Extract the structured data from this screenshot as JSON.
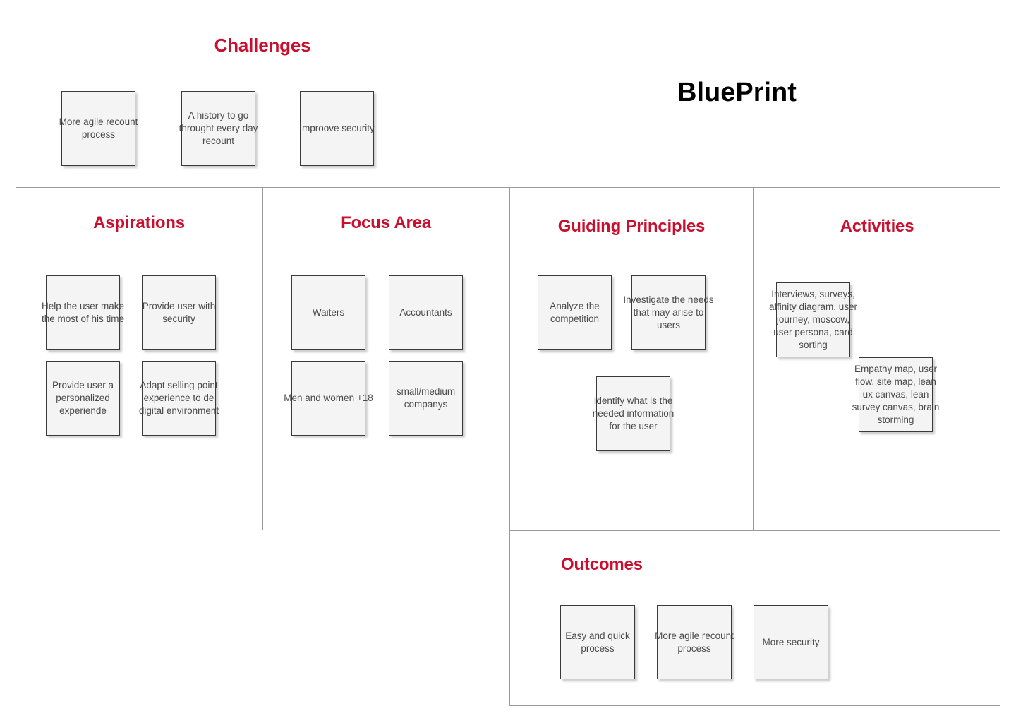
{
  "board": {
    "title": "BluePrint",
    "accent_color": "#c8102e",
    "note_fill": "#f4f4f4",
    "note_border": "#3a3a3a",
    "panel_border": "#9a9a9a"
  },
  "sections": {
    "challenges": {
      "title": "Challenges",
      "notes": [
        {
          "text": "More agile recount process"
        },
        {
          "text": "A history to go throught every day recount"
        },
        {
          "text": "Improove security"
        }
      ]
    },
    "aspirations": {
      "title": "Aspirations",
      "notes": [
        {
          "text": "Help the user make the most of his time"
        },
        {
          "text": "Provide user with security"
        },
        {
          "text": "Provide user a personalized experiende"
        },
        {
          "text": "Adapt selling point experience to de digital environment"
        }
      ]
    },
    "focus_area": {
      "title": "Focus Area",
      "notes": [
        {
          "text": "Waiters"
        },
        {
          "text": "Accountants"
        },
        {
          "text": "Men and women +18"
        },
        {
          "text": "small/medium companys"
        }
      ]
    },
    "guiding_principles": {
      "title": "Guiding Principles",
      "notes": [
        {
          "text": "Analyze the competition"
        },
        {
          "text": "Investigate the needs that may arise to users"
        },
        {
          "text": "Identify what is the needed information for the user"
        }
      ]
    },
    "activities": {
      "title": "Activities",
      "notes": [
        {
          "text": "Interviews, surveys, affinity diagram, user journey, moscow, user persona, card sorting"
        },
        {
          "text": "Empathy map, user flow, site map, lean ux canvas, lean survey canvas, brain storming"
        }
      ]
    },
    "outcomes": {
      "title": "Outcomes",
      "notes": [
        {
          "text": "Easy and quick process"
        },
        {
          "text": "More agile recount process"
        },
        {
          "text": "More security"
        }
      ]
    }
  }
}
